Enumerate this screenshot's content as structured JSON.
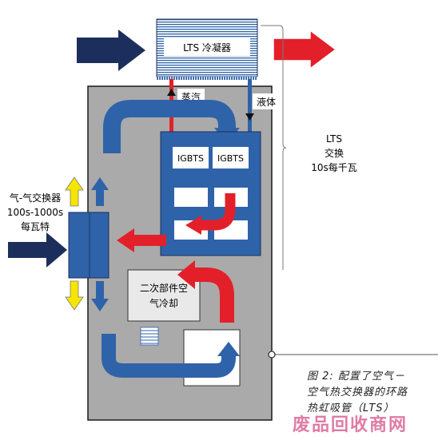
{
  "condenser": {
    "label": "LTS 冷凝器"
  },
  "pipes": {
    "vapor_label": "蒸汽",
    "liquid_label": "液体"
  },
  "igbt": {
    "label_left": "IGBTS",
    "label_right": "IGBTS"
  },
  "lts_info": {
    "line1": "LTS",
    "line2": "交换",
    "line3": "10s每千瓦"
  },
  "heat_exchanger": {
    "line1": "气-气交换器",
    "line2": "100s-1000s",
    "line3": "每瓦特"
  },
  "secondary": {
    "line1": "二次部件空",
    "line2": "气冷却"
  },
  "caption": {
    "line1": "图 2: 配置了空气－",
    "line2": "空气热交换器的环路",
    "line3": "热虹吸管（LTS）"
  },
  "watermark": "废品回收商网",
  "colors": {
    "navy": "#1c2f5c",
    "blue": "#2f63a9",
    "red": "#e3202a",
    "yellow": "#f5e500",
    "gray": "#aaaaaa"
  }
}
